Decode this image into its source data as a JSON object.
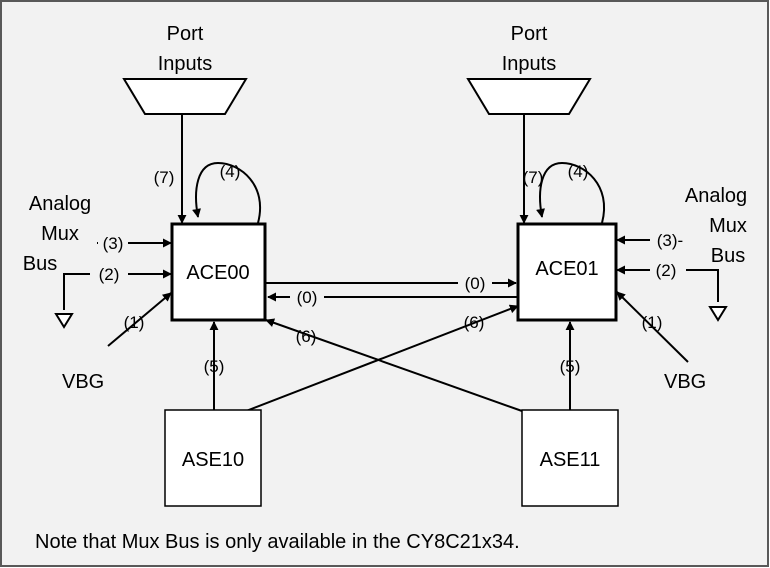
{
  "colors": {
    "background": "#f2f2f2",
    "border": "#595959",
    "block_fill": "#ffffff",
    "line": "#000000"
  },
  "port_left": {
    "line1": "Port",
    "line2": "Inputs"
  },
  "port_right": {
    "line1": "Port",
    "line2": "Inputs"
  },
  "analog_left": {
    "line1": "Analog",
    "line2": "Mux",
    "line3": "Bus"
  },
  "analog_right": {
    "line1": "Analog",
    "line2": "Mux",
    "line3": "Bus"
  },
  "blocks": {
    "ace00": "ACE00",
    "ace01": "ACE01",
    "ase10": "ASE10",
    "ase11": "ASE11"
  },
  "labels": {
    "ace00_port": "(7)",
    "ace00_loop": "(4)",
    "ace00_mux": "(3)",
    "ace00_gnd": "(2)",
    "ace00_vbg": "(1)",
    "ace00_ase10": "(5)",
    "ace00_from01": "(0)",
    "ace00_from11": "(6)",
    "ace01_port": "(7)",
    "ace01_loop": "(4)",
    "ace01_mux": "(3)-",
    "ace01_gnd": "(2)",
    "ace01_vbg": "(1)",
    "ace01_ase11": "(5)",
    "ace01_from00": "(0)",
    "ace01_from10": "(6)"
  },
  "vbg_left": "VBG",
  "vbg_right": "VBG",
  "note": "Note that Mux Bus is only available in the CY8C21x34."
}
